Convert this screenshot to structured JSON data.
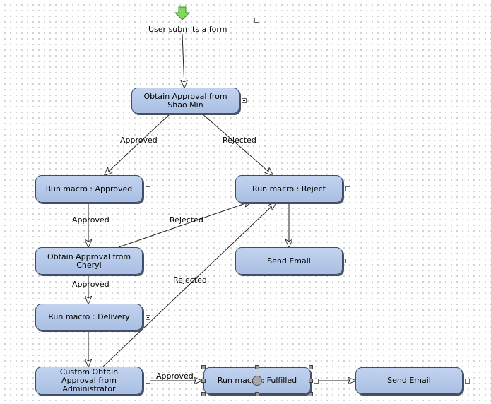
{
  "start": {
    "label": "User submits a form",
    "icon": "green-down-arrow-icon"
  },
  "nodes": {
    "approval_shao": {
      "label": "Obtain Approval from Shao Min"
    },
    "macro_approved": {
      "label": "Run macro : Approved"
    },
    "macro_reject": {
      "label": "Run macro : Reject"
    },
    "approval_cheryl": {
      "label": "Obtain Approval from Cheryl"
    },
    "send_email_1": {
      "label": "Send Email"
    },
    "macro_delivery": {
      "label": "Run macro : Delivery"
    },
    "custom_admin": {
      "label": "Custom Obtain Approval from Administrator"
    },
    "macro_fulfilled": {
      "label": "Run macro : Fulfilled"
    },
    "send_email_2": {
      "label": "Send Email"
    }
  },
  "edges": {
    "shao_approved": "Approved",
    "shao_rejected": "Rejected",
    "macro_approved_approved": "Approved",
    "cheryl_rejected": "Rejected",
    "cheryl_approved": "Approved",
    "admin_rejected": "Rejected",
    "admin_approved": "Approved"
  },
  "colors": {
    "node_fill": "#b4c7e7",
    "node_border": "#3c4d6e",
    "start_arrow": "#7ed957"
  }
}
